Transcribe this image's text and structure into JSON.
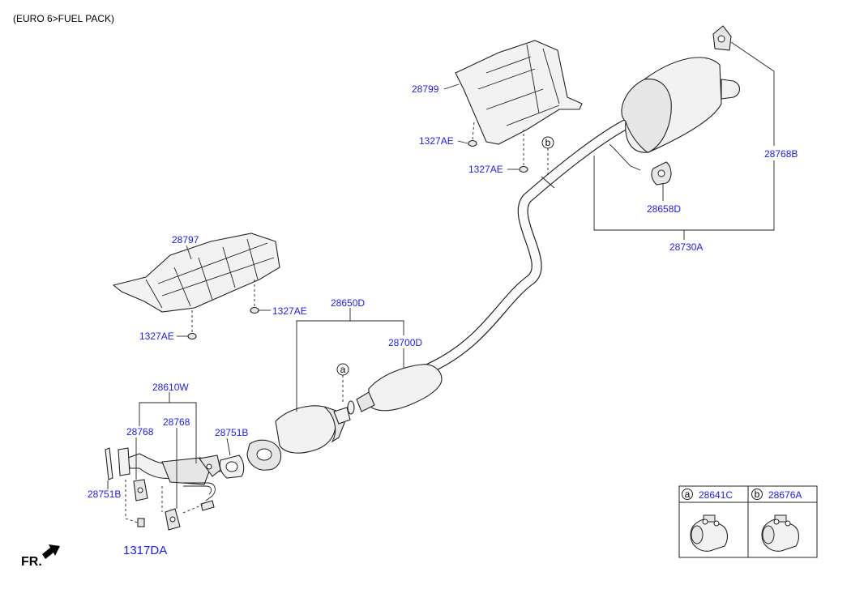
{
  "header": {
    "title": "(EURO 6>FUEL PACK)"
  },
  "labels": {
    "p28799": "28799",
    "p1327ae_a": "1327AE",
    "p1327ae_b": "1327AE",
    "p1327ae_c": "1327AE",
    "p1327ae_d": "1327AE",
    "p28797": "28797",
    "p28768b": "28768B",
    "p28658d": "28658D",
    "p28730a": "28730A",
    "p28650d": "28650D",
    "p28700d": "28700D",
    "p28610w": "28610W",
    "p28768_a": "28768",
    "p28768_b": "28768",
    "p28751b_a": "28751B",
    "p28751b_b": "28751B",
    "p1317da": "1317DA"
  },
  "callouts": {
    "a": "a",
    "b": "b"
  },
  "inset": {
    "a_letter": "a",
    "a_part": "28641C",
    "b_letter": "b",
    "b_part": "28676A"
  },
  "direction": {
    "label": "FR."
  },
  "colors": {
    "part_number": "#1a1aff",
    "line": "#222222"
  }
}
